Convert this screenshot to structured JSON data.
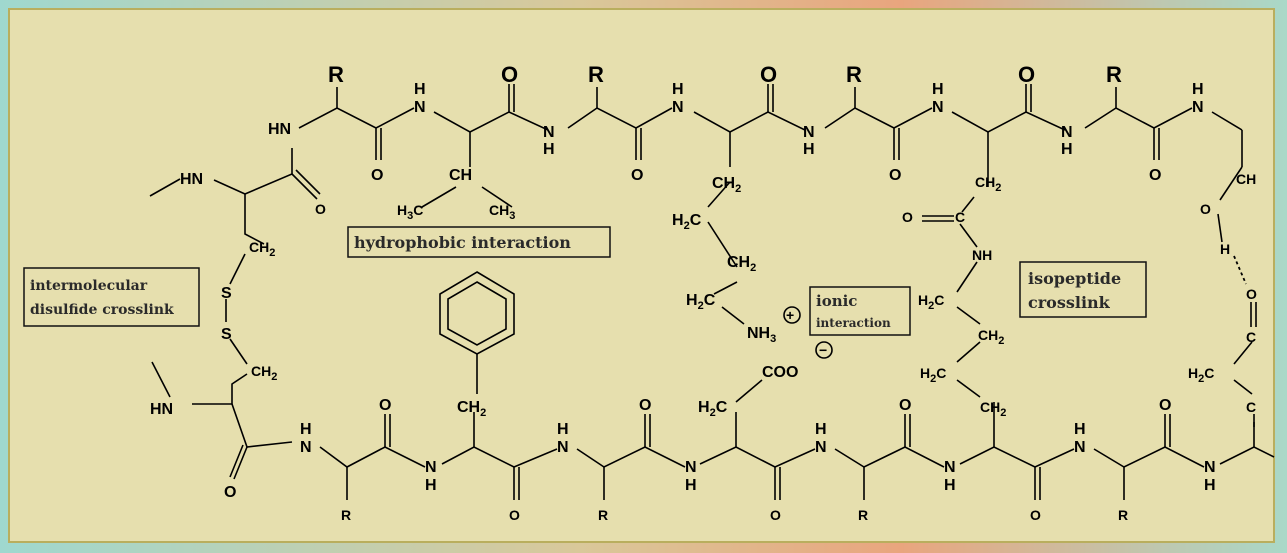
{
  "labels": {
    "hydrophobic": "hydrophobic interaction",
    "disulfide_1": "intermolecular",
    "disulfide_2": "disulfide crosslink",
    "ionic_1": "ionic",
    "ionic_2": "interaction",
    "isopeptide_1": "isopeptide",
    "isopeptide_2": "crosslink"
  },
  "atoms": {
    "R": "R",
    "O": "O",
    "N": "N",
    "H": "H",
    "HN": "HN",
    "S": "S",
    "C": "C",
    "CH": "CH",
    "CH2": "CH",
    "H2C": "H",
    "H3C": "H",
    "CH3": "CH",
    "NH": "NH",
    "NH3": "NH",
    "COO": "COO",
    "sub2": "2",
    "sub3": "3",
    "plus": "+",
    "minus": "−"
  },
  "colors": {
    "frame_fill": "#e6dfae",
    "frame_border": "#b9ae5e",
    "ink": "#000000"
  }
}
